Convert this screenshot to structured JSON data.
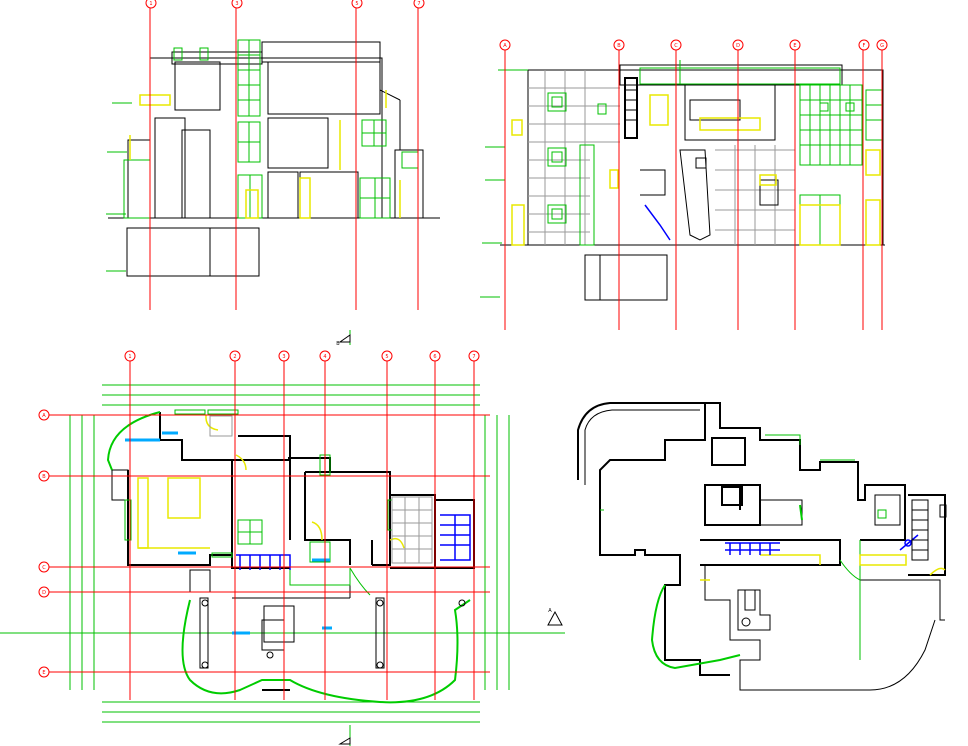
{
  "drawing": {
    "axis_labels": {
      "elev1": [
        "1",
        "3",
        "5",
        "7"
      ],
      "elev2": [
        "A",
        "B",
        "C",
        "D",
        "E",
        "F",
        "G"
      ],
      "plan_top": [
        "1",
        "2",
        "3",
        "4",
        "5",
        "6",
        "7"
      ],
      "plan_left": [
        "A",
        "B",
        "C",
        "D",
        "E"
      ]
    },
    "section_mark": "B",
    "section_mark_right": "A"
  },
  "colors": {
    "axis": "#ff0000",
    "wall": "#000000",
    "window": "#00c000",
    "door": "#e8e800",
    "stair": "#0000ff",
    "fixture": "#00aaff"
  }
}
